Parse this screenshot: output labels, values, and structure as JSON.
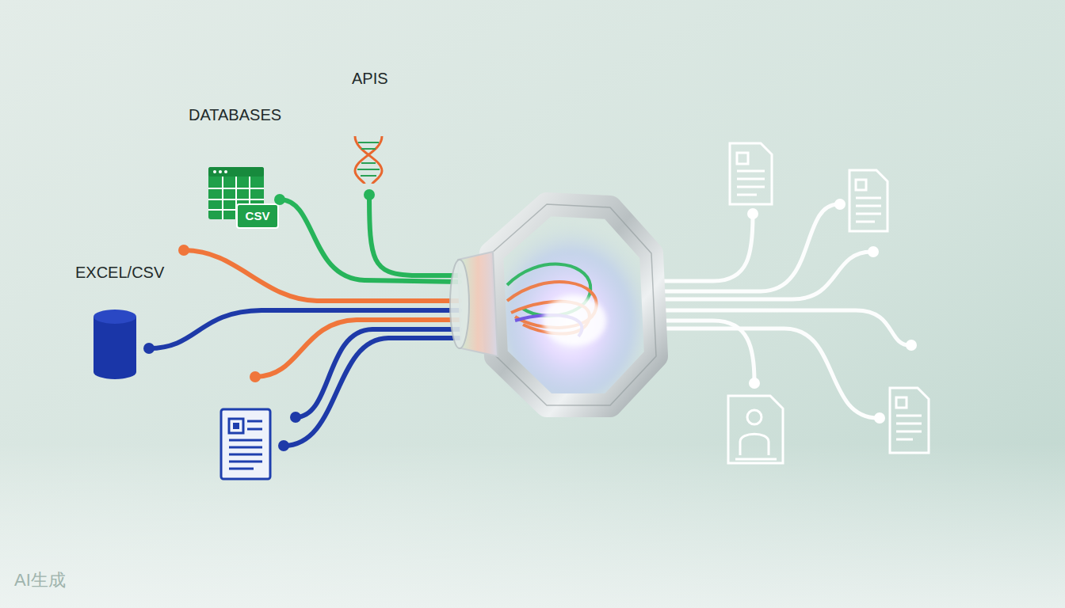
{
  "diagram": {
    "labels": [
      "APIS",
      "DATABASES",
      "EXCEL/CSV",
      "CSV",
      "AI生成"
    ]
  }
}
